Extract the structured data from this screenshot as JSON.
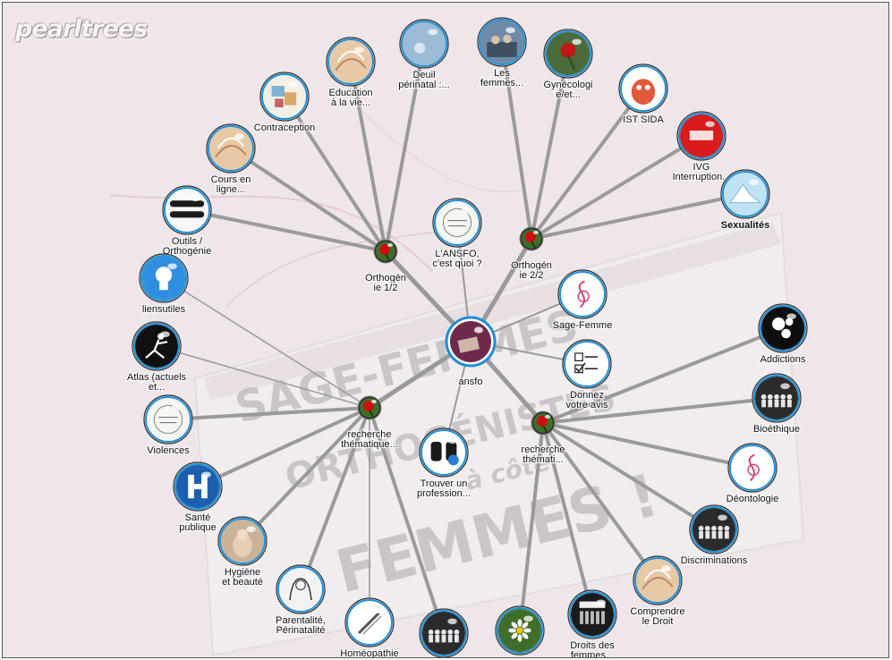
{
  "app": {
    "logo_text": "pearltrees"
  },
  "background": {
    "poster_text": [
      "SAGE-FEMMES",
      "ORTHOGÉNISTES",
      "à côté",
      "FEMMES !"
    ]
  },
  "center": {
    "label": "ansfo"
  },
  "hubs": [
    {
      "id": "h1",
      "label": [
        "Orthogén",
        "ie 1/2"
      ]
    },
    {
      "id": "h2",
      "label": [
        "Orthogén",
        "ie 2/2"
      ]
    },
    {
      "id": "h3",
      "label": [
        "recherche",
        "thématique..."
      ]
    },
    {
      "id": "h4",
      "label": [
        "recherche",
        "thémati..."
      ]
    }
  ],
  "pearls": [
    {
      "id": "education",
      "label": [
        "Education",
        "à la vie..."
      ],
      "icon": "book-icon",
      "hub": "h1"
    },
    {
      "id": "contraception",
      "label": [
        "Contraception"
      ],
      "icon": "collage-icon",
      "hub": "h1"
    },
    {
      "id": "cours",
      "label": [
        "Cours en",
        "ligne..."
      ],
      "icon": "book-icon",
      "hub": "h1"
    },
    {
      "id": "outils",
      "label": [
        "Outils /",
        "Orthogénie"
      ],
      "icon": "tools-icon",
      "hub": "h1"
    },
    {
      "id": "deuil",
      "label": [
        "Deuil",
        "périnatal :..."
      ],
      "icon": "sky-icon",
      "hub": "h1"
    },
    {
      "id": "femmes",
      "label": [
        "Les",
        "femmes..."
      ],
      "icon": "photo-icon",
      "hub": "h2"
    },
    {
      "id": "gyneco",
      "label": [
        "Gynécologi",
        "e/et..."
      ],
      "icon": "rose-icon",
      "hub": "h2"
    },
    {
      "id": "ist",
      "label": [
        "IST SIDA"
      ],
      "icon": "cartoon-icon",
      "hub": "h2"
    },
    {
      "id": "ivg",
      "label": [
        "IVG",
        "Interruption..."
      ],
      "icon": "ivg-icon",
      "hub": "h2"
    },
    {
      "id": "sexualites",
      "label": [
        "Sexualités"
      ],
      "icon": "iceberg-icon",
      "hub": "h2",
      "bold": true
    },
    {
      "id": "ansfo_quoi",
      "label": [
        "L'ANSFO,",
        "c'est quoi ?"
      ],
      "icon": "badge-icon",
      "hub": "c"
    },
    {
      "id": "sagefemme",
      "label": [
        "Sage-Femme"
      ],
      "icon": "sf-logo-icon",
      "hub": "c"
    },
    {
      "id": "avis",
      "label": [
        "Donnez",
        "votre avis"
      ],
      "icon": "vote-icon",
      "hub": "c"
    },
    {
      "id": "trouver",
      "label": [
        "Trouver un",
        "profession..."
      ],
      "icon": "binoculars-icon",
      "hub": "c"
    },
    {
      "id": "liensutiles",
      "label": [
        "liensutiles"
      ],
      "icon": "lightbulb-icon",
      "hub": "h3"
    },
    {
      "id": "atlas",
      "label": [
        "Atlas (actuels",
        "et..."
      ],
      "icon": "runner-icon",
      "hub": "h3"
    },
    {
      "id": "violences",
      "label": [
        "Violences"
      ],
      "icon": "badge-icon",
      "hub": "h3"
    },
    {
      "id": "sante",
      "label": [
        "Santé",
        "publique"
      ],
      "icon": "hospital-icon",
      "hub": "h3"
    },
    {
      "id": "hygiene",
      "label": [
        "Hygiène",
        "et beauté"
      ],
      "icon": "doll-icon",
      "hub": "h3"
    },
    {
      "id": "parentalite",
      "label": [
        "Parentalité,",
        "Périnatalité"
      ],
      "icon": "sketch-icon",
      "hub": "h3"
    },
    {
      "id": "homeopathie",
      "label": [
        "Homéopathie"
      ],
      "icon": "pencil-icon",
      "hub": "h3"
    },
    {
      "id": "people1",
      "label": [],
      "icon": "people-icon",
      "hub": "h3"
    },
    {
      "id": "addictions",
      "label": [
        "Addictions"
      ],
      "icon": "bubbles-icon",
      "hub": "h4"
    },
    {
      "id": "bioethique",
      "label": [
        "Bioéthique"
      ],
      "icon": "people-icon",
      "hub": "h4"
    },
    {
      "id": "deontologie",
      "label": [
        "Déontologie"
      ],
      "icon": "sf-logo-icon",
      "hub": "h4"
    },
    {
      "id": "discriminations",
      "label": [
        "Discriminations"
      ],
      "icon": "people-icon",
      "hub": "h4"
    },
    {
      "id": "comprendre",
      "label": [
        "Comprendre",
        "le Droit"
      ],
      "icon": "book-icon",
      "hub": "h4"
    },
    {
      "id": "droits",
      "label": [
        "Droits des",
        "femmes..."
      ],
      "icon": "poster-icon",
      "hub": "h4"
    },
    {
      "id": "daisy",
      "label": [],
      "icon": "daisy-icon",
      "hub": "h4"
    }
  ],
  "colors": {
    "frame_bg": "#efe6ea",
    "line": "#9a9a9a",
    "pearl_ring": "#1e8fd6",
    "hub_red": "#cc1010",
    "center_fill": "#6e2a4c",
    "ivg_red": "#d81b1b",
    "hospital_blue": "#1c5fae"
  }
}
